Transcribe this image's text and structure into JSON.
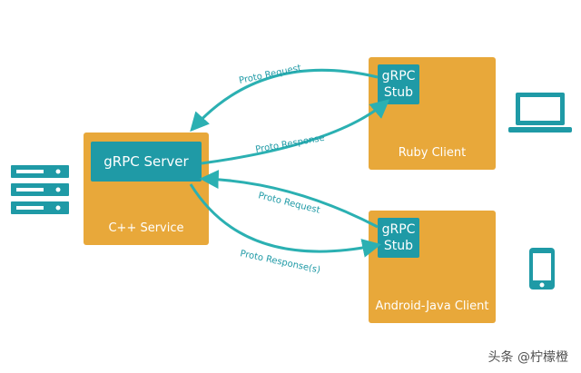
{
  "colors": {
    "service_box": "#e8a83a",
    "stub_box": "#1f9aa6",
    "arrow": "#2bb0b2",
    "icon": "#1f9aa6"
  },
  "server": {
    "inner_label": "gRPC Server",
    "service_label": "C++ Service"
  },
  "ruby": {
    "stub_label_line1": "gRPC",
    "stub_label_line2": "Stub",
    "client_label": "Ruby Client"
  },
  "android": {
    "stub_label_line1": "gRPC",
    "stub_label_line2": "Stub",
    "client_label": "Android-Java Client"
  },
  "edges": {
    "ruby_request": "Proto Request",
    "ruby_response": "Proto Response",
    "android_request": "Proto Request",
    "android_response": "Proto Response(s)"
  },
  "icons": {
    "server": "server-rack-icon",
    "laptop": "laptop-icon",
    "phone": "phone-icon"
  },
  "watermark": "头条 @柠檬橙"
}
